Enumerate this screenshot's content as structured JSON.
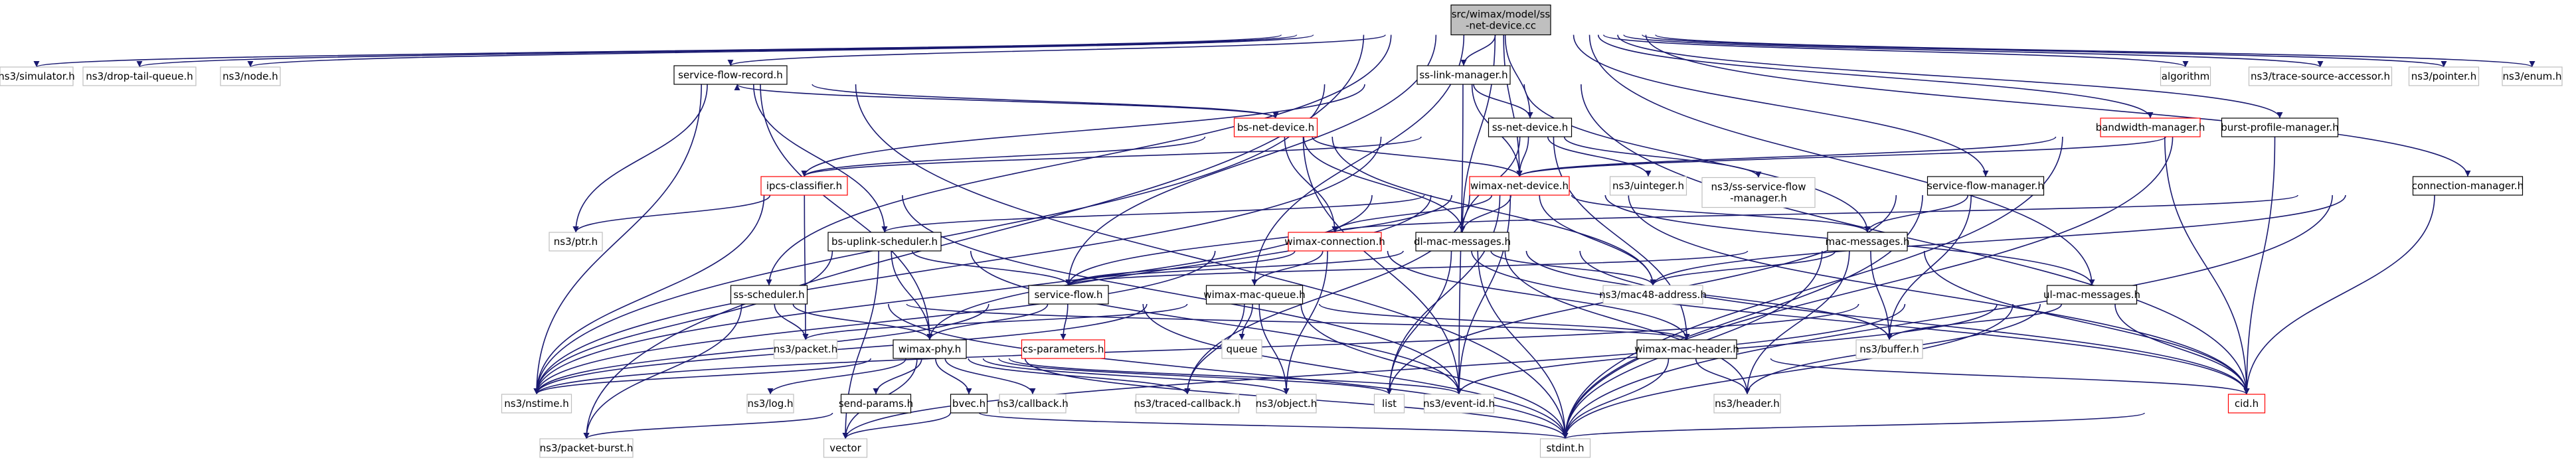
{
  "colors": {
    "edge": "#191970",
    "node_border": "#000000",
    "node_border_external": "#bfbfbf",
    "node_border_truncated": "#ff0000",
    "node_fill": "#ffffff",
    "node_fill_root": "#bfbfbf",
    "text": "#000000"
  },
  "nodes": [
    {
      "id": "root",
      "lines": [
        "src/wimax/model/ss",
        "-net-device.cc"
      ],
      "kind": "root"
    },
    {
      "id": "simulator",
      "lines": [
        "ns3/simulator.h"
      ],
      "kind": "external"
    },
    {
      "id": "droptail",
      "lines": [
        "ns3/drop-tail-queue.h"
      ],
      "kind": "external"
    },
    {
      "id": "node",
      "lines": [
        "ns3/node.h"
      ],
      "kind": "external"
    },
    {
      "id": "sfr",
      "lines": [
        "service-flow-record.h"
      ],
      "kind": "normal"
    },
    {
      "id": "ssl",
      "lines": [
        "ss-link-manager.h"
      ],
      "kind": "normal"
    },
    {
      "id": "bw",
      "lines": [
        "bandwidth-manager.h"
      ],
      "kind": "truncated"
    },
    {
      "id": "bp",
      "lines": [
        "burst-profile-manager.h"
      ],
      "kind": "normal"
    },
    {
      "id": "algorithm",
      "lines": [
        "algorithm"
      ],
      "kind": "external"
    },
    {
      "id": "tsa",
      "lines": [
        "ns3/trace-source-accessor.h"
      ],
      "kind": "external"
    },
    {
      "id": "pointer",
      "lines": [
        "ns3/pointer.h"
      ],
      "kind": "external"
    },
    {
      "id": "enum",
      "lines": [
        "ns3/enum.h"
      ],
      "kind": "external"
    },
    {
      "id": "bsnd",
      "lines": [
        "bs-net-device.h"
      ],
      "kind": "truncated"
    },
    {
      "id": "ssnd",
      "lines": [
        "ss-net-device.h"
      ],
      "kind": "normal"
    },
    {
      "id": "sfm",
      "lines": [
        "service-flow-manager.h"
      ],
      "kind": "normal"
    },
    {
      "id": "ipcs",
      "lines": [
        "ipcs-classifier.h"
      ],
      "kind": "truncated"
    },
    {
      "id": "wnd",
      "lines": [
        "wimax-net-device.h"
      ],
      "kind": "truncated"
    },
    {
      "id": "uinteger",
      "lines": [
        "ns3/uinteger.h"
      ],
      "kind": "external"
    },
    {
      "id": "sssfm",
      "lines": [
        "ns3/ss-service-flow",
        "-manager.h"
      ],
      "kind": "external"
    },
    {
      "id": "cm",
      "lines": [
        "connection-manager.h"
      ],
      "kind": "normal"
    },
    {
      "id": "ptr",
      "lines": [
        "ns3/ptr.h"
      ],
      "kind": "external"
    },
    {
      "id": "bsus",
      "lines": [
        "bs-uplink-scheduler.h"
      ],
      "kind": "normal"
    },
    {
      "id": "wconn",
      "lines": [
        "wimax-connection.h"
      ],
      "kind": "truncated"
    },
    {
      "id": "dlmac",
      "lines": [
        "dl-mac-messages.h"
      ],
      "kind": "normal"
    },
    {
      "id": "macmsg",
      "lines": [
        "mac-messages.h"
      ],
      "kind": "normal"
    },
    {
      "id": "sss",
      "lines": [
        "ss-scheduler.h"
      ],
      "kind": "normal"
    },
    {
      "id": "sf",
      "lines": [
        "service-flow.h"
      ],
      "kind": "normal"
    },
    {
      "id": "wmq",
      "lines": [
        "wimax-mac-queue.h"
      ],
      "kind": "normal"
    },
    {
      "id": "mac48",
      "lines": [
        "ns3/mac48-address.h"
      ],
      "kind": "external"
    },
    {
      "id": "ulmac",
      "lines": [
        "ul-mac-messages.h"
      ],
      "kind": "normal"
    },
    {
      "id": "packet",
      "lines": [
        "ns3/packet.h"
      ],
      "kind": "external"
    },
    {
      "id": "wphy",
      "lines": [
        "wimax-phy.h"
      ],
      "kind": "normal"
    },
    {
      "id": "csparam",
      "lines": [
        "cs-parameters.h"
      ],
      "kind": "truncated"
    },
    {
      "id": "queue",
      "lines": [
        "queue"
      ],
      "kind": "external"
    },
    {
      "id": "wmh",
      "lines": [
        "wimax-mac-header.h"
      ],
      "kind": "normal"
    },
    {
      "id": "buffer",
      "lines": [
        "ns3/buffer.h"
      ],
      "kind": "external"
    },
    {
      "id": "nstime",
      "lines": [
        "ns3/nstime.h"
      ],
      "kind": "external"
    },
    {
      "id": "log",
      "lines": [
        "ns3/log.h"
      ],
      "kind": "external"
    },
    {
      "id": "sendp",
      "lines": [
        "send-params.h"
      ],
      "kind": "normal"
    },
    {
      "id": "bvec",
      "lines": [
        "bvec.h"
      ],
      "kind": "normal"
    },
    {
      "id": "callback",
      "lines": [
        "ns3/callback.h"
      ],
      "kind": "external"
    },
    {
      "id": "traced",
      "lines": [
        "ns3/traced-callback.h"
      ],
      "kind": "external"
    },
    {
      "id": "object",
      "lines": [
        "ns3/object.h"
      ],
      "kind": "external"
    },
    {
      "id": "list",
      "lines": [
        "list"
      ],
      "kind": "external"
    },
    {
      "id": "eventid",
      "lines": [
        "ns3/event-id.h"
      ],
      "kind": "external"
    },
    {
      "id": "header",
      "lines": [
        "ns3/header.h"
      ],
      "kind": "external"
    },
    {
      "id": "cid",
      "lines": [
        "cid.h"
      ],
      "kind": "truncated"
    },
    {
      "id": "pburst",
      "lines": [
        "ns3/packet-burst.h"
      ],
      "kind": "external"
    },
    {
      "id": "vector",
      "lines": [
        "vector"
      ],
      "kind": "external"
    },
    {
      "id": "stdint",
      "lines": [
        "stdint.h"
      ],
      "kind": "external"
    }
  ],
  "edges": [
    [
      "root",
      "simulator"
    ],
    [
      "root",
      "droptail"
    ],
    [
      "root",
      "node"
    ],
    [
      "root",
      "sfr"
    ],
    [
      "root",
      "ssl"
    ],
    [
      "root",
      "bw"
    ],
    [
      "root",
      "bp"
    ],
    [
      "root",
      "algorithm"
    ],
    [
      "root",
      "tsa"
    ],
    [
      "root",
      "pointer"
    ],
    [
      "root",
      "enum"
    ],
    [
      "root",
      "ssnd"
    ],
    [
      "root",
      "sfm"
    ],
    [
      "root",
      "cm"
    ],
    [
      "root",
      "wnd"
    ],
    [
      "root",
      "dlmac"
    ],
    [
      "root",
      "ulmac"
    ],
    [
      "root",
      "sss"
    ],
    [
      "root",
      "wmq"
    ],
    [
      "root",
      "sf"
    ],
    [
      "root",
      "pburst"
    ],
    [
      "sfr",
      "bsnd"
    ],
    [
      "sfr",
      "bsus"
    ],
    [
      "sfr",
      "wphy"
    ],
    [
      "sfr",
      "ptr"
    ],
    [
      "sfr",
      "nstime"
    ],
    [
      "sfr",
      "stdint"
    ],
    [
      "ssl",
      "ssnd"
    ],
    [
      "ssl",
      "wnd"
    ],
    [
      "ssl",
      "macmsg"
    ],
    [
      "ssl",
      "ipcs"
    ],
    [
      "ssl",
      "nstime"
    ],
    [
      "ssl",
      "cid"
    ],
    [
      "ssl",
      "eventid"
    ],
    [
      "bsnd",
      "sfr"
    ],
    [
      "bsnd",
      "ipcs"
    ],
    [
      "bsnd",
      "wnd"
    ],
    [
      "bsnd",
      "wconn"
    ],
    [
      "bsnd",
      "mac48"
    ],
    [
      "bsnd",
      "eventid"
    ],
    [
      "bsnd",
      "dlmac"
    ],
    [
      "ssnd",
      "ipcs"
    ],
    [
      "ssnd",
      "wnd"
    ],
    [
      "ssnd",
      "uinteger"
    ],
    [
      "ssnd",
      "sssfm"
    ],
    [
      "ssnd",
      "dlmac"
    ],
    [
      "ssnd",
      "wmh"
    ],
    [
      "ssnd",
      "nstime"
    ],
    [
      "sfm",
      "macmsg"
    ],
    [
      "sfm",
      "buffer"
    ],
    [
      "sfm",
      "stdint"
    ],
    [
      "sfm",
      "list"
    ],
    [
      "ipcs",
      "ptr"
    ],
    [
      "ipcs",
      "packet"
    ],
    [
      "ipcs",
      "eventid"
    ],
    [
      "ipcs",
      "nstime"
    ],
    [
      "wnd",
      "wconn"
    ],
    [
      "wnd",
      "dlmac"
    ],
    [
      "wnd",
      "macmsg"
    ],
    [
      "wnd",
      "mac48"
    ],
    [
      "wnd",
      "ulmac"
    ],
    [
      "wnd",
      "cid"
    ],
    [
      "wnd",
      "bsus"
    ],
    [
      "wnd",
      "wphy"
    ],
    [
      "wnd",
      "sf"
    ],
    [
      "wnd",
      "traced"
    ],
    [
      "wnd",
      "eventid"
    ],
    [
      "wnd",
      "list"
    ],
    [
      "wnd",
      "nstime"
    ],
    [
      "bw",
      "wnd"
    ],
    [
      "bw",
      "cid"
    ],
    [
      "bw",
      "stdint"
    ],
    [
      "bp",
      "wnd"
    ],
    [
      "bp",
      "cid"
    ],
    [
      "bp",
      "stdint"
    ],
    [
      "cm",
      "wconn"
    ],
    [
      "cm",
      "mac48"
    ],
    [
      "cm",
      "cid"
    ],
    [
      "cm",
      "stdint"
    ],
    [
      "bsus",
      "sf"
    ],
    [
      "bsus",
      "wphy"
    ],
    [
      "bsus",
      "nstime"
    ],
    [
      "bsus",
      "eventid"
    ],
    [
      "bsus",
      "vector"
    ],
    [
      "wconn",
      "sf"
    ],
    [
      "wconn",
      "wmq"
    ],
    [
      "wconn",
      "cid"
    ],
    [
      "wconn",
      "object"
    ],
    [
      "wconn",
      "wmh"
    ],
    [
      "wconn",
      "nstime"
    ],
    [
      "dlmac",
      "mac48"
    ],
    [
      "dlmac",
      "cid"
    ],
    [
      "dlmac",
      "header"
    ],
    [
      "dlmac",
      "buffer"
    ],
    [
      "dlmac",
      "stdint"
    ],
    [
      "dlmac",
      "list"
    ],
    [
      "dlmac",
      "sf"
    ],
    [
      "macmsg",
      "mac48"
    ],
    [
      "macmsg",
      "cid"
    ],
    [
      "macmsg",
      "header"
    ],
    [
      "macmsg",
      "buffer"
    ],
    [
      "macmsg",
      "stdint"
    ],
    [
      "macmsg",
      "sf"
    ],
    [
      "sss",
      "packet"
    ],
    [
      "sss",
      "wphy"
    ],
    [
      "sss",
      "stdint"
    ],
    [
      "sss",
      "pburst"
    ],
    [
      "sss",
      "wmh"
    ],
    [
      "sf",
      "wphy"
    ],
    [
      "sf",
      "csparam"
    ],
    [
      "sf",
      "stdint"
    ],
    [
      "sf",
      "nstime"
    ],
    [
      "wmq",
      "packet"
    ],
    [
      "wmq",
      "queue"
    ],
    [
      "wmq",
      "wmh"
    ],
    [
      "wmq",
      "object"
    ],
    [
      "wmq",
      "traced"
    ],
    [
      "wmq",
      "stdint"
    ],
    [
      "wmq",
      "nstime"
    ],
    [
      "ulmac",
      "buffer"
    ],
    [
      "ulmac",
      "header"
    ],
    [
      "ulmac",
      "cid"
    ],
    [
      "ulmac",
      "stdint"
    ],
    [
      "ulmac",
      "vector"
    ],
    [
      "ulmac",
      "nstime"
    ],
    [
      "ulmac",
      "eventid"
    ],
    [
      "wphy",
      "nstime"
    ],
    [
      "wphy",
      "log"
    ],
    [
      "wphy",
      "sendp"
    ],
    [
      "wphy",
      "bvec"
    ],
    [
      "wphy",
      "callback"
    ],
    [
      "wphy",
      "traced"
    ],
    [
      "wphy",
      "object"
    ],
    [
      "wphy",
      "list"
    ],
    [
      "wphy",
      "eventid"
    ],
    [
      "wphy",
      "vector"
    ],
    [
      "wphy",
      "stdint"
    ],
    [
      "wmh",
      "header"
    ],
    [
      "wmh",
      "cid"
    ],
    [
      "wmh",
      "stdint"
    ],
    [
      "sendp",
      "pburst"
    ],
    [
      "sendp",
      "stdint"
    ],
    [
      "bvec",
      "vector"
    ],
    [
      "cid",
      "stdint"
    ]
  ]
}
